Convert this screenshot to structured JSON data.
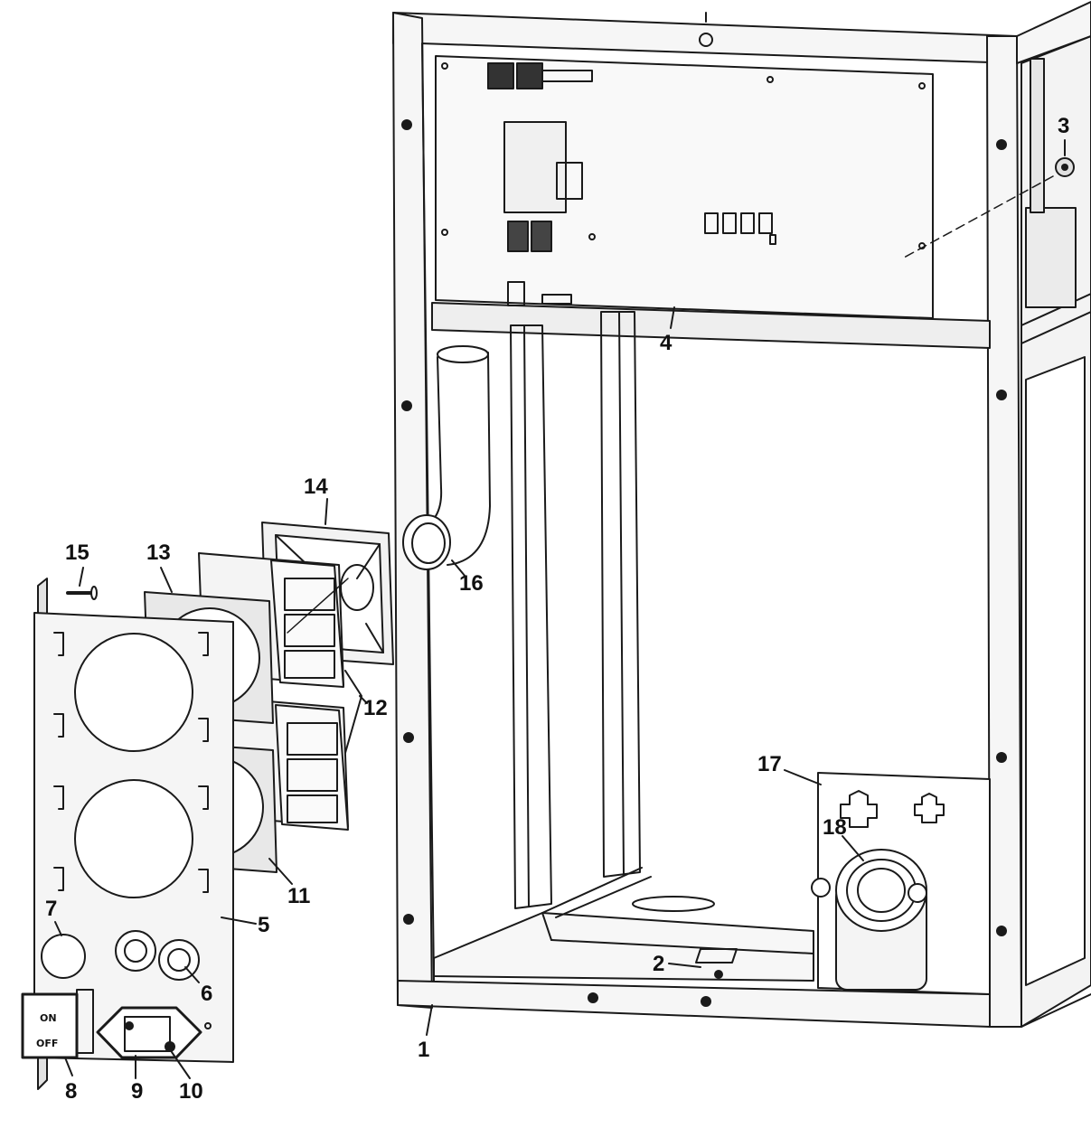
{
  "colors": {
    "line": "#1a1a1a",
    "panel": "#efefef",
    "panel_dark": "#cfcfcf",
    "frame": "#f6f6f6",
    "fill_white": "#ffffff"
  },
  "callouts": {
    "c1": "1",
    "c2": "2",
    "c3": "3",
    "c4": "4",
    "c5": "5",
    "c6": "6",
    "c7": "7",
    "c8": "8",
    "c9": "9",
    "c10": "10",
    "c11": "11",
    "c12": "12",
    "c13": "13",
    "c14": "14",
    "c15": "15",
    "c16": "16",
    "c17": "17",
    "c18": "18"
  },
  "switch": {
    "on_label": "ON",
    "off_label": "OFF"
  }
}
